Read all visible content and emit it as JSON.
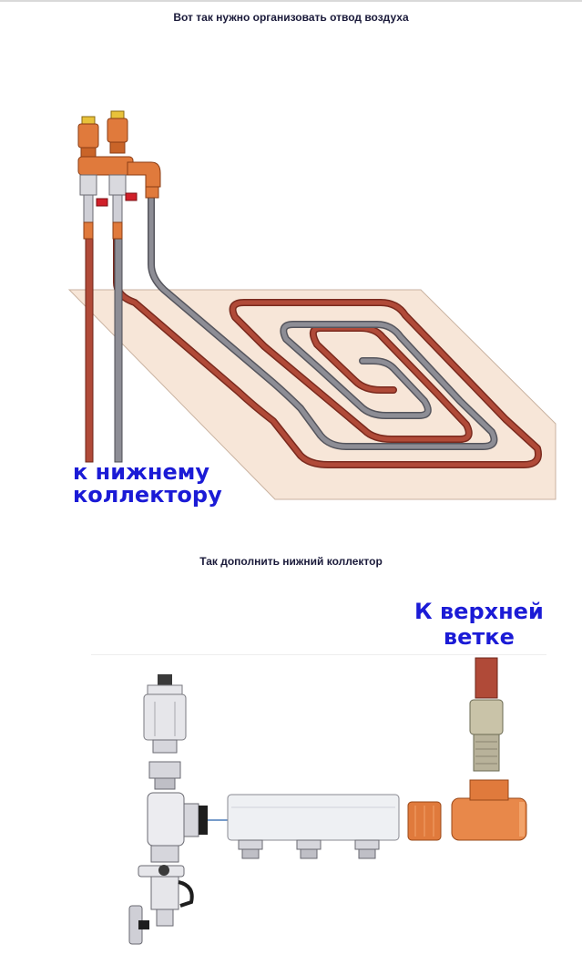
{
  "captions": {
    "top": "Вот так нужно организовать отвод воздуха",
    "bottom": "Так дополнить нижний коллектор"
  },
  "labels": {
    "lower_collector": [
      "к нижнему",
      "коллектору"
    ],
    "upper_branch": [
      "К верхней",
      "ветке"
    ]
  },
  "colors": {
    "hot_pipe": "#b04a38",
    "cold_pipe": "#8d8d95",
    "floor_slab": "#f7e6d8",
    "brass": "#e07a3c",
    "label_blue": "#1b1bd6",
    "caption": "#1a1a3a"
  }
}
